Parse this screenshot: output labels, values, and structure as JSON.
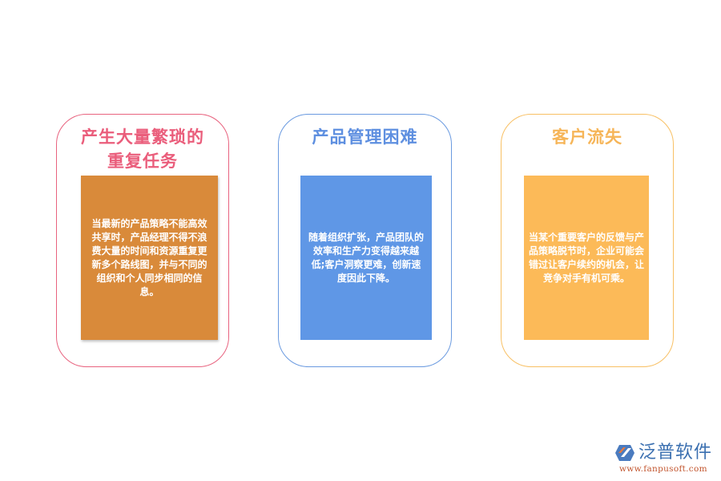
{
  "cards": [
    {
      "title_lines": [
        "产生大量繁琐的",
        "重复任务"
      ],
      "body": "当最新的产品策略不能高效共享时，产品经理不得不浪费大量的时间和资源重复更新多个路线图，并与不同的组织和个人同步相同的信息。",
      "border_color": "#e8637f",
      "title_color": "#ea5d7b",
      "box_color": "#d98a3a"
    },
    {
      "title_lines": [
        "产品管理困难"
      ],
      "body": "随着组织扩张，产品团队的效率和生产力变得越来越低;客户洞察更难，创新速度因此下降。",
      "border_color": "#6a9ae0",
      "title_color": "#5e8fe0",
      "box_color": "#5f97e6"
    },
    {
      "title_lines": [
        "客户流失"
      ],
      "body": "当某个重要客户的反馈与产品策略脱节时，企业可能会错过让客户续约的机会，让竞争对手有机可乘。",
      "border_color": "#f8c064",
      "title_color": "#f6b558",
      "box_color": "#fcba58"
    }
  ],
  "logo": {
    "name": "泛普软件",
    "url": "www.fanpusoft.com",
    "icon": "fanpu-logo-icon"
  }
}
